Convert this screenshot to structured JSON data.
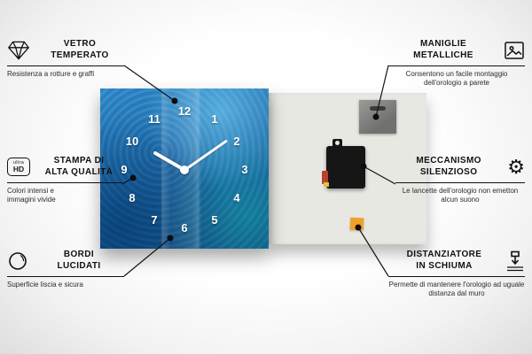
{
  "product": {
    "clock": {
      "numerals": [
        "12",
        "1",
        "2",
        "3",
        "4",
        "5",
        "6",
        "7",
        "8",
        "9",
        "10",
        "11"
      ]
    },
    "colors": {
      "clock_blue": "#1a66a8",
      "back_gray": "#e8e8e3",
      "spacer_orange": "#f0a12b",
      "mechanism_black": "#161616"
    }
  },
  "callouts": {
    "vetro": {
      "title": [
        "VETRO",
        "TEMPERATO"
      ],
      "desc": "Resistenza a rotture e graffi"
    },
    "stampa": {
      "title": [
        "STAMPA DI",
        "ALTA QUALITÀ"
      ],
      "desc": "Colori intensi e immagini vivide",
      "icon_text_top": "ultra",
      "icon_text_bottom": "HD"
    },
    "bordi": {
      "title": [
        "BORDI",
        "LUCIDATI"
      ],
      "desc": "Superficie liscia e sicura"
    },
    "maniglie": {
      "title": [
        "MANIGLIE",
        "METALLICHE"
      ],
      "desc": "Consentono un facile montaggio dell'orologio a parete"
    },
    "meccanismo": {
      "title": [
        "MECCANISMO",
        "SILENZIOSO"
      ],
      "desc": "Le lancette dell'orologio non emetton alcun suono",
      "gear_glyph": "⚙"
    },
    "distanziatore": {
      "title": [
        "DISTANZIATORE",
        "IN SCHIUMA"
      ],
      "desc": "Permette di mantenere l'orologio ad uguale distanza dal muro"
    }
  }
}
